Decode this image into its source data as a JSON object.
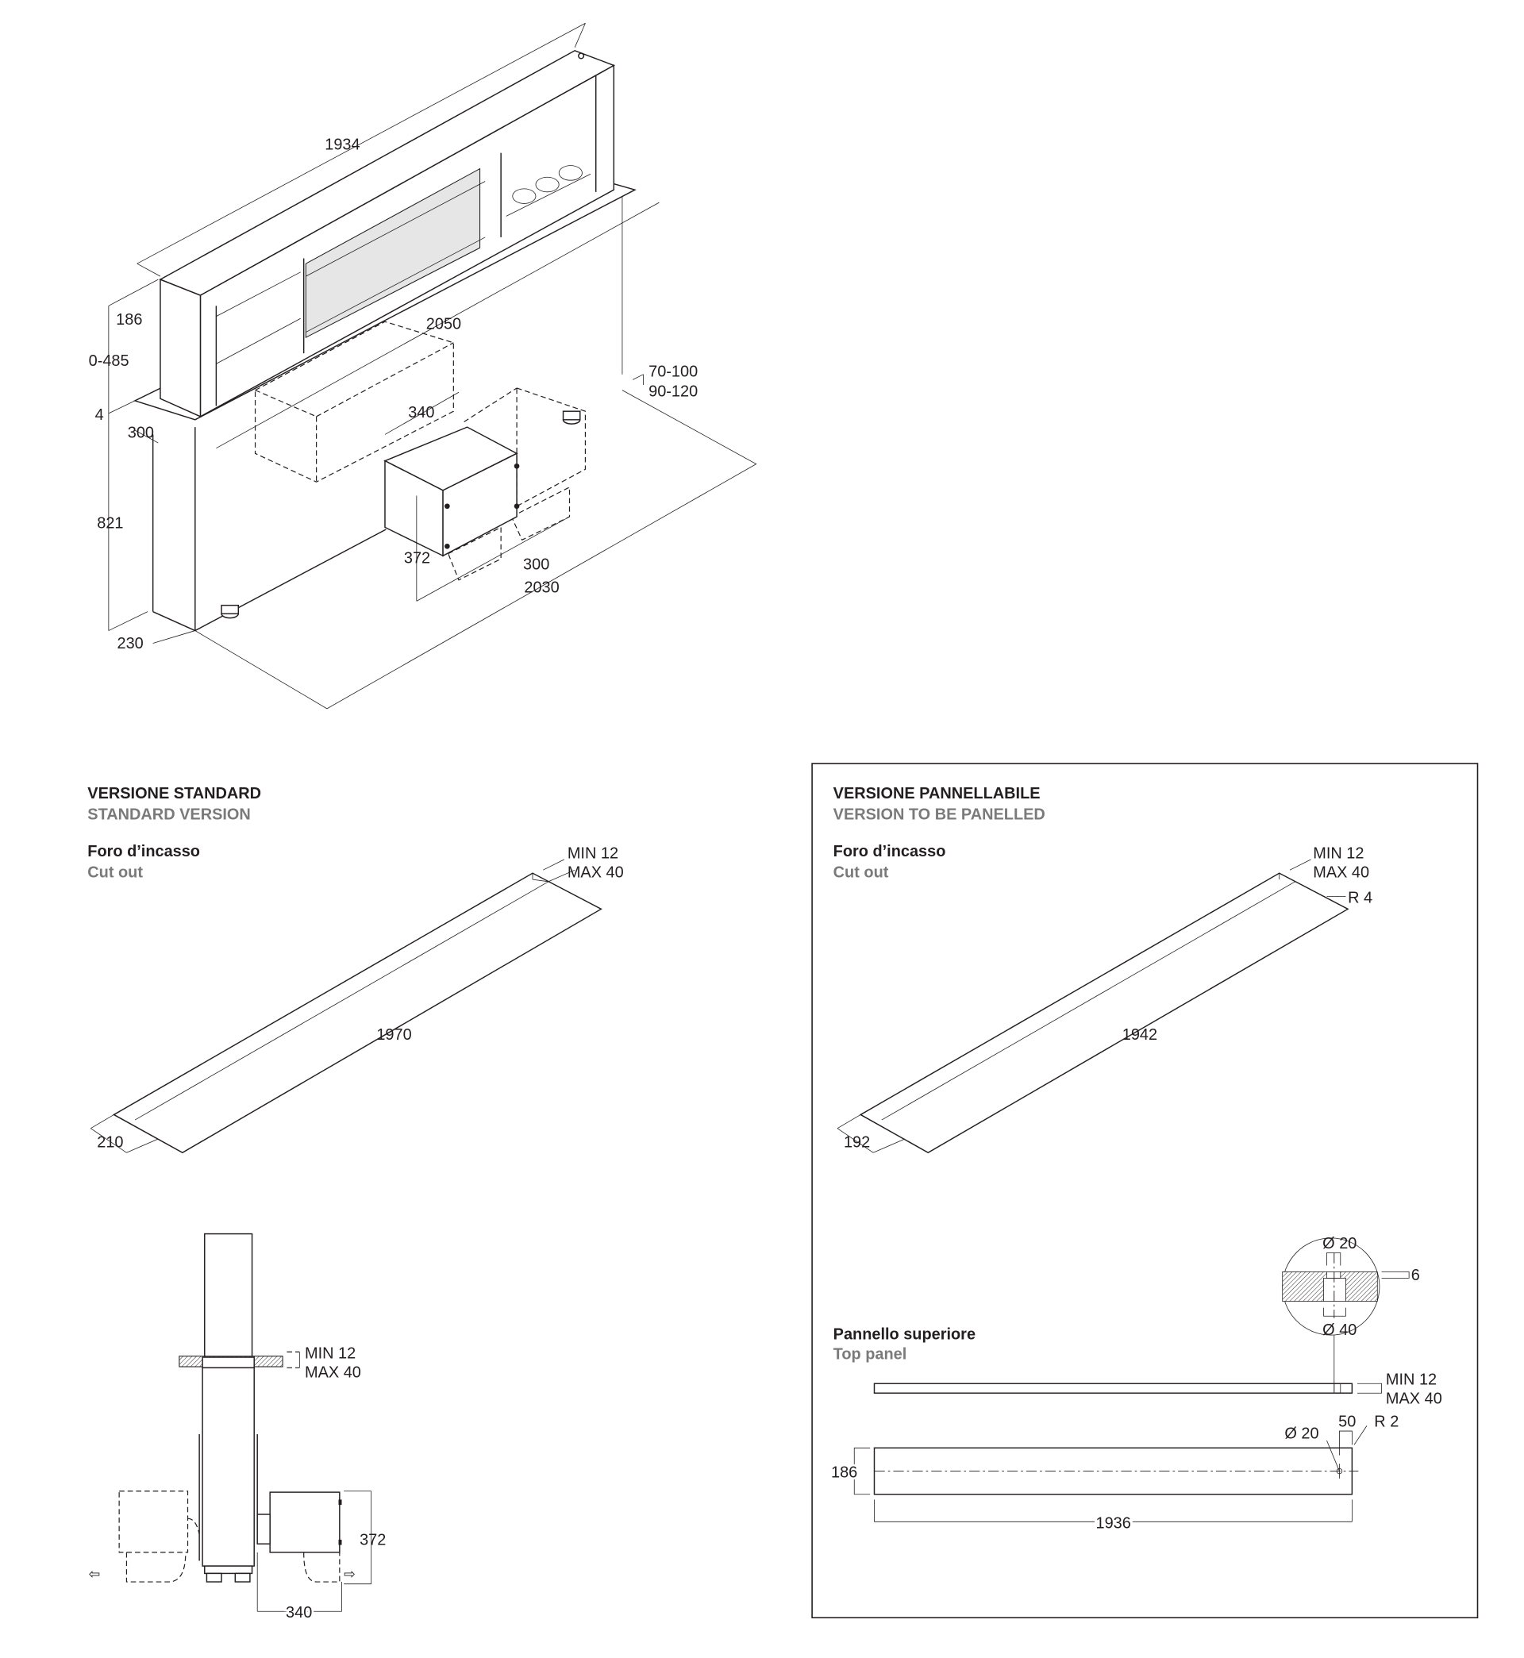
{
  "isometric": {
    "dims": {
      "length_top": "1934",
      "depth_unit": "186",
      "lift": "0-485",
      "plate": "4",
      "depth_300": "300",
      "cabinet_width": "2050",
      "motor_340": "340",
      "offset_a": "70-100",
      "offset_b": "90-120",
      "height_821": "821",
      "motor_372": "372",
      "motor_300": "300",
      "base_2030": "2030",
      "base_230": "230"
    }
  },
  "standard": {
    "title": "VERSIONE STANDARD",
    "subtitle": "STANDARD VERSION",
    "cutout_title": "Foro d’incasso",
    "cutout_subtitle": "Cut out",
    "min": "MIN 12",
    "max": "MAX 40",
    "length": "1970",
    "width": "210",
    "side": {
      "min": "MIN 12",
      "max": "MAX 40",
      "height": "372",
      "width": "340"
    }
  },
  "panelled": {
    "title": "VERSIONE PANNELLABILE",
    "subtitle": "VERSION TO BE PANELLED",
    "cutout_title": "Foro d’incasso",
    "cutout_subtitle": "Cut out",
    "min": "MIN 12",
    "max": "MAX 40",
    "radius": "R 4",
    "length": "1942",
    "width": "192",
    "detail": {
      "hole_top": "Ø 20",
      "depth": "6",
      "hole_bottom": "Ø 40"
    },
    "top_panel_title": "Pannello superiore",
    "top_panel_subtitle": "Top panel",
    "panel_min": "MIN 12",
    "panel_max": "MAX 40",
    "panel_hole": "Ø 20",
    "panel_offset": "50",
    "panel_radius": "R 2",
    "panel_width": "186",
    "panel_length": "1936"
  }
}
